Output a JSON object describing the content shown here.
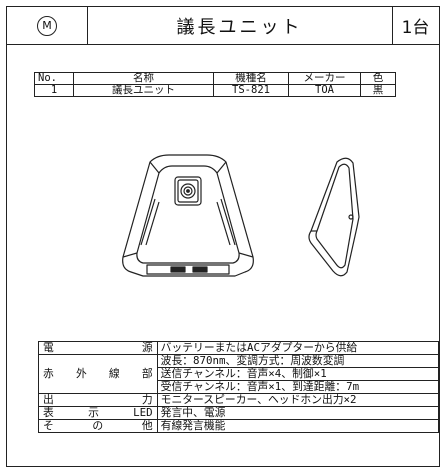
{
  "header": {
    "mark": "M",
    "title": "議長ユニット",
    "quantity": "1台"
  },
  "parts_table": {
    "headers": [
      "No.",
      "名称",
      "機種名",
      "メーカー",
      "色"
    ],
    "rows": [
      [
        "1",
        "議長ユニット",
        "TS-821",
        "TOA",
        "黒"
      ]
    ]
  },
  "specs": {
    "power_label": "電源",
    "power_value": "バッテリーまたはACアダプターから供給",
    "ir_label": "赤外線部",
    "ir_values": [
      "波長：870nm、変調方式：周波数変調",
      "送信チャンネル：音声×4、制御×1",
      "受信チャンネル：音声×1、到達距離：7m"
    ],
    "output_label": "出力",
    "output_value": "モニタースピーカー、ヘッドホン出力×2",
    "led_label": "表示LED",
    "led_value": "発言中、電源",
    "other_label": "その他",
    "other_value": "有線発言機能"
  }
}
